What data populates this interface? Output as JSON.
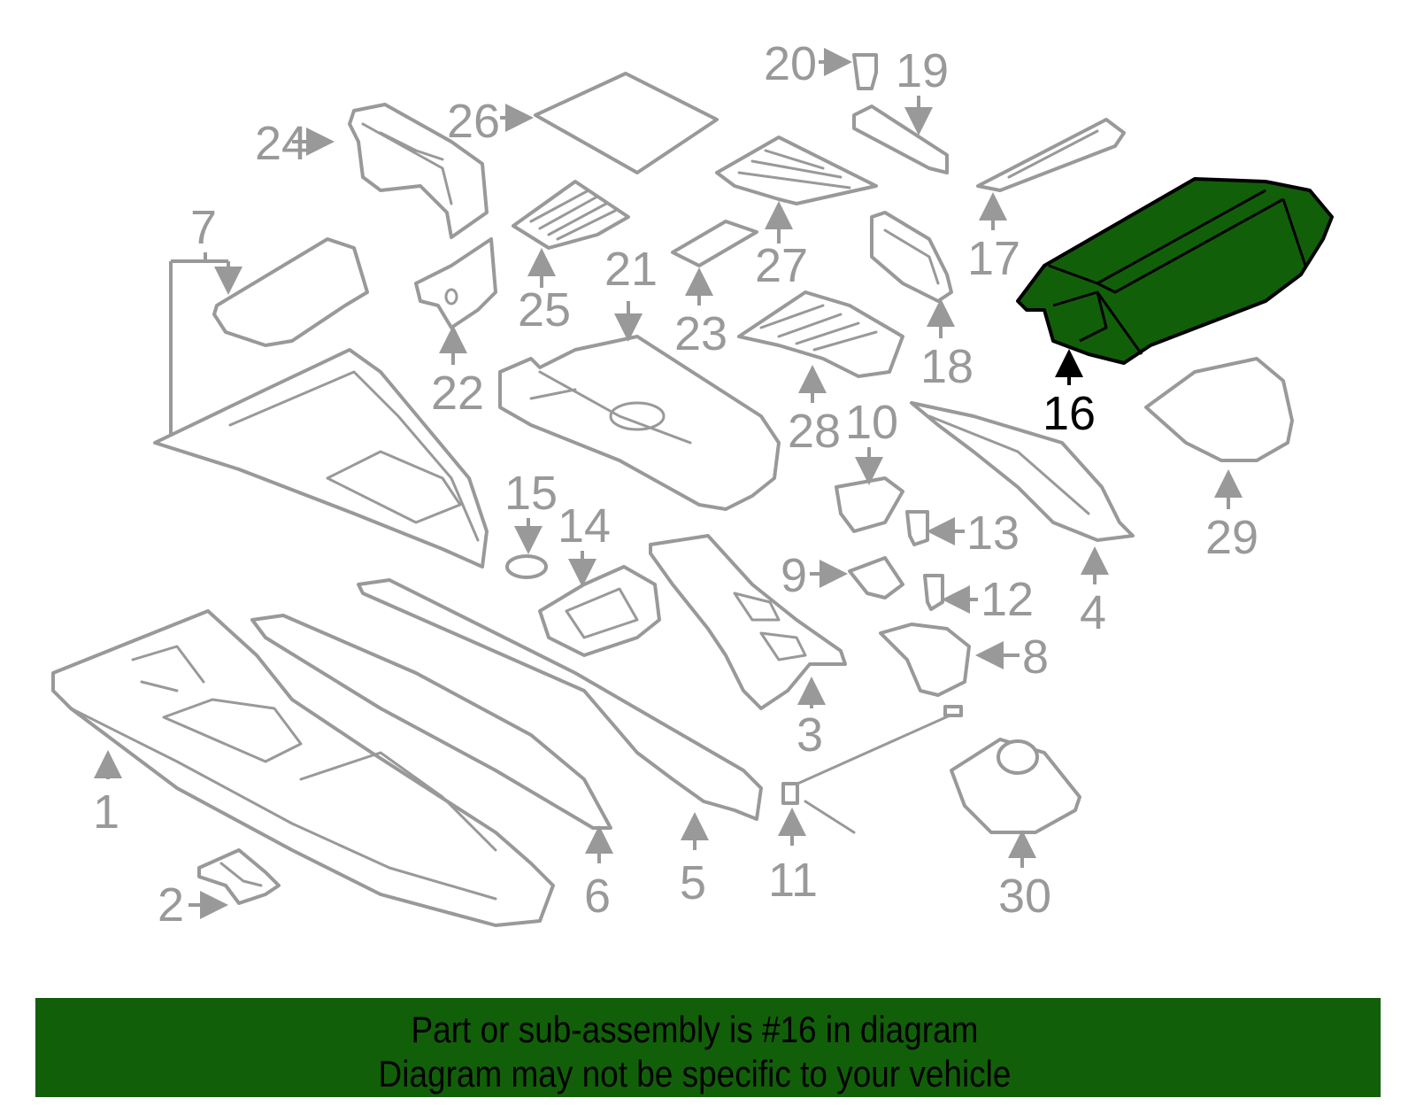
{
  "diagram": {
    "highlighted_part": "16",
    "highlight_color": "#125f0a",
    "callouts": [
      "1",
      "2",
      "3",
      "4",
      "5",
      "6",
      "7",
      "8",
      "9",
      "10",
      "11",
      "12",
      "13",
      "14",
      "15",
      "16",
      "17",
      "18",
      "19",
      "20",
      "21",
      "22",
      "23",
      "24",
      "25",
      "26",
      "27",
      "28",
      "29",
      "30"
    ]
  },
  "banner": {
    "line1": "Part or sub-assembly is #16 in diagram",
    "line2": "Diagram may not be specific to your vehicle",
    "background": "#125f0a"
  }
}
